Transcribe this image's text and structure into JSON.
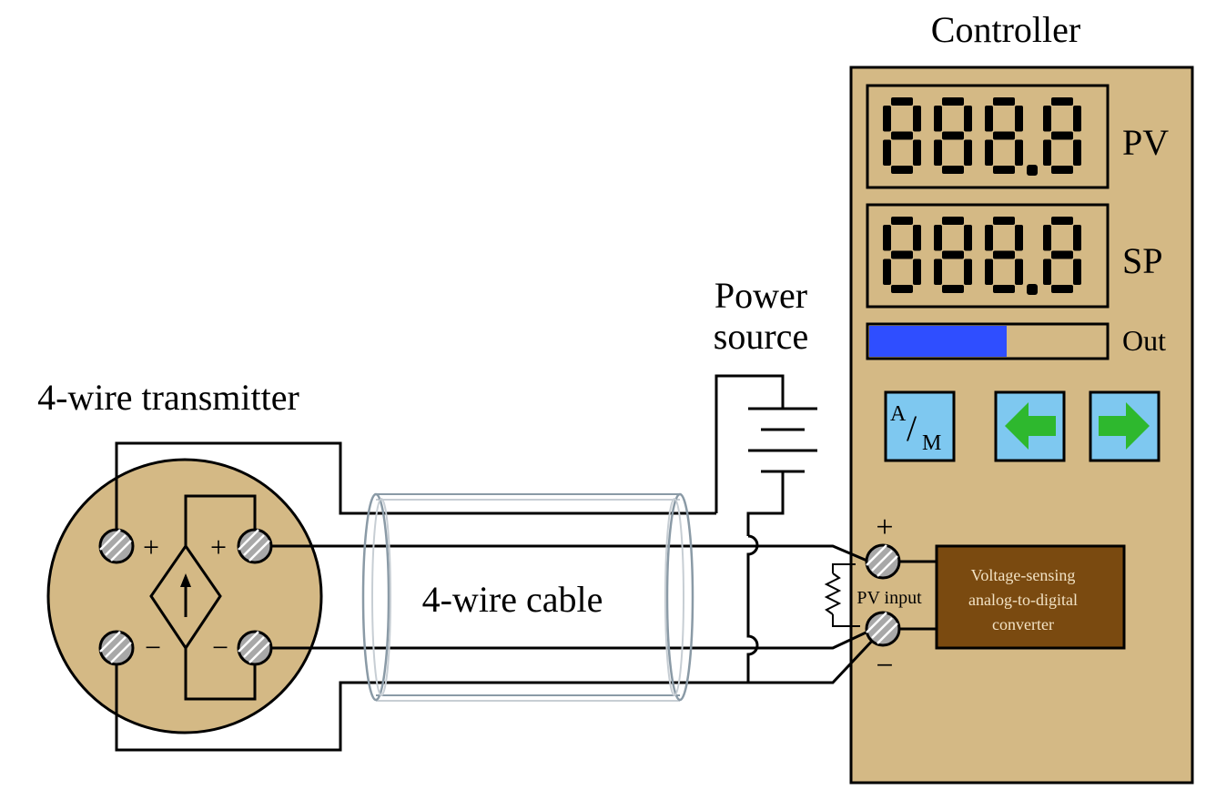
{
  "labels": {
    "controller": "Controller",
    "transmitter": "4-wire transmitter",
    "power_source_line1": "Power",
    "power_source_line2": "source",
    "cable": "4-wire cable",
    "pv": "PV",
    "sp": "SP",
    "out": "Out",
    "pv_input": "PV input",
    "adc_line1": "Voltage-sensing",
    "adc_line2": "analog-to-digital",
    "adc_line3": "converter",
    "plus": "+",
    "minus": "−",
    "am_a": "A",
    "am_slash": "/",
    "am_m": "M"
  },
  "displays": {
    "pv_reading": "888.8",
    "sp_reading": "888.8"
  },
  "output_bar": {
    "fraction": 0.58
  },
  "colors": {
    "panel": "#d4b985",
    "adc_box": "#7a4a10",
    "bar_fill": "#2f4eff",
    "button": "#7ec8f0",
    "arrow": "#2eb82e",
    "cable": "#8a9aa6"
  },
  "icons": [
    "left-arrow-icon",
    "right-arrow-icon",
    "current-source-icon",
    "battery-icon",
    "resistor-icon",
    "terminal-screw-icon"
  ]
}
